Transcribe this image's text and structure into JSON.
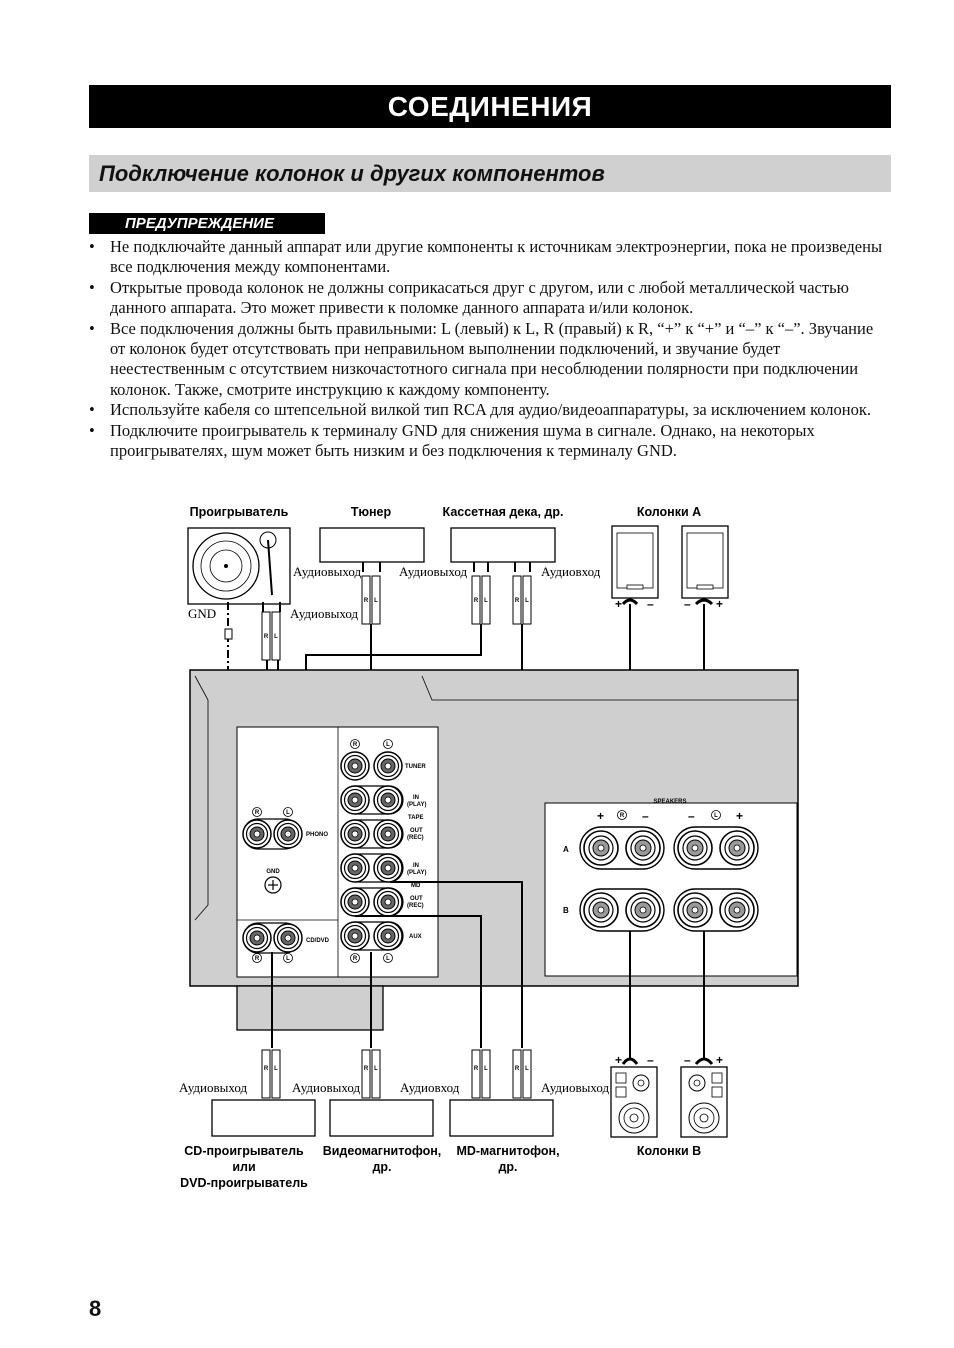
{
  "header": {
    "title": "СОЕДИНЕНИЯ"
  },
  "section": {
    "title": "Подключение колонок и других компонентов"
  },
  "warning": {
    "label": "ПРЕДУПРЕЖДЕНИЕ",
    "bullet": "•",
    "items": [
      "Не подключайте данный аппарат или другие компоненты к источникам электроэнергии, пока не произведены все подключения между компонентами.",
      "Открытые провода колонок не должны соприкасаться друг с другом, или с любой металлической частью данного аппарата. Это может привести к поломке данного аппарата и/или колонок.",
      "Все подключения должны быть правильными: L (левый) к L, R (правый) к R, “+” к “+” и “–” к “–”. Звучание от колонок будет отсутствовать при неправильном выполнении подключений, и звучание будет неестественным с отсутствием низкочастотного сигнала при несоблюдении полярности при подключении колонок. Также, смотрите инструкцию к каждому компоненту.",
      "Используйте кабеля со штепсельной вилкой тип RCA для аудио/видеоаппаратуры, за исключением колонок.",
      "Подключите проигрыватель к терминалу GND для снижения шума в сигнале. Однако, на некоторых проигрывателях, шум может быть низким и без подключения к терминалу GND."
    ]
  },
  "diagram": {
    "top_labels": {
      "turntable": "Проигрыватель",
      "tuner": "Тюнер",
      "tape_deck": "Кассетная дека, др.",
      "speakers_a": "Колонки A"
    },
    "bottom_labels": {
      "cd_line1": "CD-проигрыватель",
      "cd_line2": "или",
      "cd_line3": "DVD-проигрыватель",
      "vcr_line1": "Видеомагнитофон,",
      "vcr_line2": "др.",
      "md_line1": "MD-магнитофон,",
      "md_line2": "др.",
      "speakers_b": "Колонки B"
    },
    "signal_labels": {
      "audio_out": "Аудиовыход",
      "audio_in": "Аудиовход",
      "gnd": "GND"
    },
    "plug_letters": {
      "r": "R",
      "l": "L"
    },
    "jack_marks": {
      "r": "R",
      "l": "L"
    },
    "polarity": {
      "plus": "+",
      "minus": "–"
    },
    "panel_labels": {
      "phono": "PHONO",
      "gnd": "GND",
      "cd_dvd": "CD/DVD",
      "tuner": "TUNER",
      "in": "IN",
      "play": "(PLAY)",
      "out": "OUT",
      "rec": "(REC)",
      "tape": "TAPE",
      "md": "MD",
      "aux": "AUX",
      "speakers": "SPEAKERS",
      "a": "A",
      "b": "B"
    }
  },
  "page_number": "8"
}
